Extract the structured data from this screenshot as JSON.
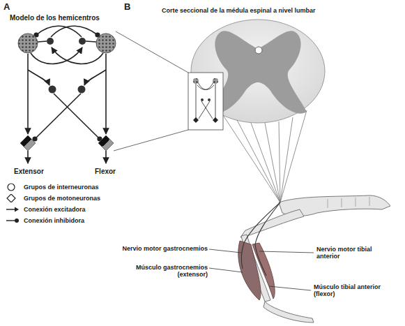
{
  "diagram": {
    "labels": [
      "A",
      "Modelo de los hemicentros",
      "B",
      "Corte seccional de la médula espinal a nivel lumbar",
      "Extensor",
      "Flexor",
      "Nervio motor gastrocnemios",
      "Músculo gastrocnemios (extensor)",
      "Nervio motor tibial anterior",
      "Músculo tibial anterior (flexor)"
    ],
    "legend": [
      {
        "text": "Grupos de interneuronas"
      },
      {
        "text": "Grupos de motoneuronas"
      },
      {
        "text": "Conexión excitadora"
      },
      {
        "text": "Conexión inhibidora"
      }
    ]
  }
}
